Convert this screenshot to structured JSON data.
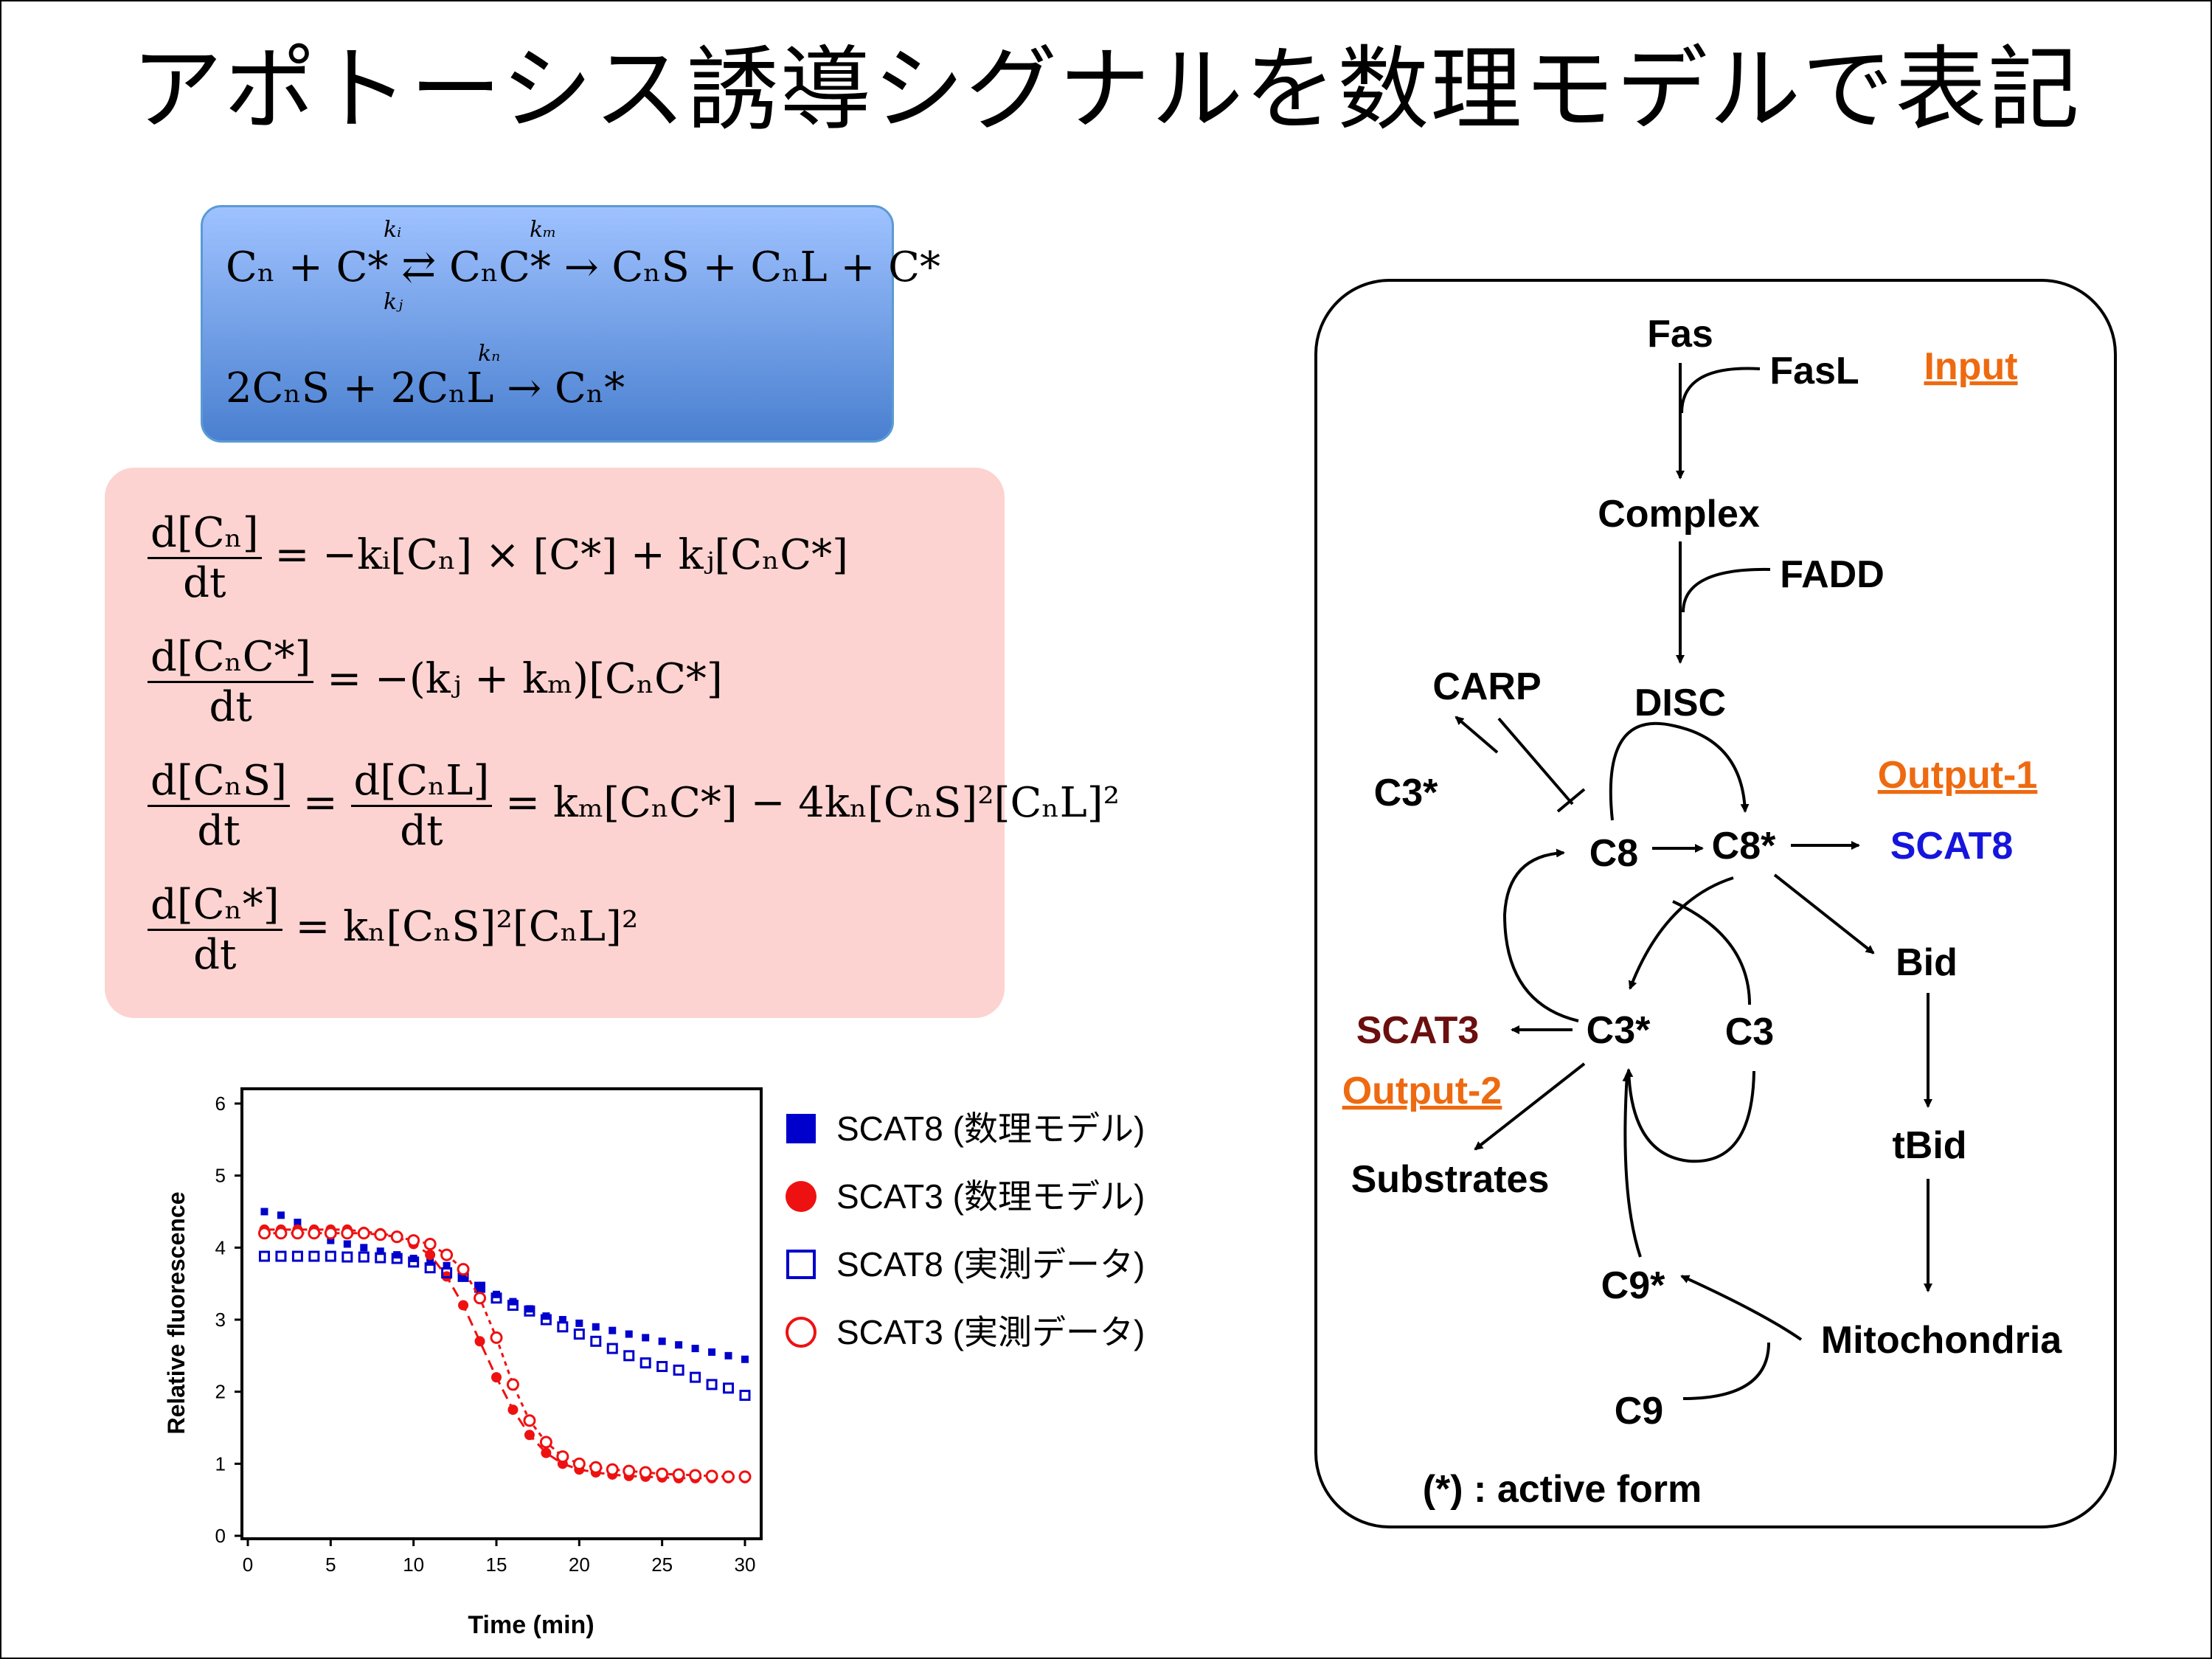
{
  "title": "アポトーシス誘導シグナルを数理モデルで表記",
  "reactions": {
    "line1": "Cₙ + C* ⇄ CₙC* → CₙS + CₙL + C*",
    "line1_rate_forward": "kᵢ",
    "line1_rate_backward": "kⱼ",
    "line1_rate_second": "kₘ",
    "line2": "2CₙS + 2CₙL → Cₙ*",
    "line2_rate": "kₙ"
  },
  "odes": {
    "eq1_lhs_num": "d[Cₙ]",
    "eq1_lhs_den": "dt",
    "eq1_rhs": "= −kᵢ[Cₙ] × [C*] + kⱼ[CₙC*]",
    "eq2_lhs_num": "d[CₙC*]",
    "eq2_lhs_den": "dt",
    "eq2_rhs": "= −(kⱼ + kₘ)[CₙC*]",
    "eq3_lhs_num": "d[CₙS]",
    "eq3_lhs_den": "dt",
    "eq3_mid_num": "d[CₙL]",
    "eq3_mid_den": "dt",
    "eq3_rhs": "= kₘ[CₙC*] − 4kₙ[CₙS]²[CₙL]²",
    "eq4_lhs_num": "d[Cₙ*]",
    "eq4_lhs_den": "dt",
    "eq4_rhs": "= kₙ[CₙS]²[CₙL]²"
  },
  "chart_data": {
    "type": "scatter",
    "xlabel": "Time (min)",
    "ylabel": "Relative fluorescence",
    "xlim": [
      0,
      30
    ],
    "ylim": [
      0,
      6
    ],
    "xticks": [
      "0",
      "5",
      "10",
      "15",
      "20",
      "25",
      "30"
    ],
    "yticks": [
      "0",
      "1",
      "2",
      "3",
      "4",
      "5",
      "6"
    ],
    "legend_position": "right",
    "series": [
      {
        "name": "SCAT8 (数理モデル)",
        "color": "#0000cc",
        "marker": "filled-square",
        "x": [
          1,
          2,
          3,
          4,
          5,
          6,
          7,
          8,
          9,
          10,
          11,
          12,
          13,
          14,
          15,
          16,
          17,
          18,
          19,
          20,
          21,
          22,
          23,
          24,
          25,
          26,
          27,
          28,
          29,
          30
        ],
        "y": [
          4.5,
          4.45,
          4.35,
          4.25,
          4.1,
          4.05,
          4.0,
          3.95,
          3.9,
          3.85,
          3.8,
          3.75,
          3.6,
          3.45,
          3.35,
          3.25,
          3.15,
          3.05,
          3.0,
          2.95,
          2.9,
          2.85,
          2.8,
          2.75,
          2.7,
          2.65,
          2.6,
          2.55,
          2.5,
          2.45
        ]
      },
      {
        "name": "SCAT3 (数理モデル)",
        "color": "#ee1111",
        "marker": "filled-circle",
        "x": [
          1,
          2,
          3,
          4,
          5,
          6,
          7,
          8,
          9,
          10,
          11,
          12,
          13,
          14,
          15,
          16,
          17,
          18,
          19,
          20,
          21,
          22,
          23,
          24,
          25,
          26,
          27,
          28,
          29,
          30
        ],
        "y": [
          4.25,
          4.25,
          4.25,
          4.25,
          4.25,
          4.25,
          4.22,
          4.2,
          4.15,
          4.05,
          3.9,
          3.6,
          3.2,
          2.7,
          2.2,
          1.75,
          1.4,
          1.15,
          1.0,
          0.92,
          0.88,
          0.85,
          0.83,
          0.82,
          0.81,
          0.8,
          0.8,
          0.8,
          0.8,
          0.8
        ]
      },
      {
        "name": "SCAT8 (実測データ)",
        "color": "#0000cc",
        "marker": "open-square",
        "x": [
          1,
          2,
          3,
          4,
          5,
          6,
          7,
          8,
          9,
          10,
          11,
          12,
          13,
          14,
          15,
          16,
          17,
          18,
          19,
          20,
          21,
          22,
          23,
          24,
          25,
          26,
          27,
          28,
          29,
          30
        ],
        "y": [
          3.88,
          3.88,
          3.88,
          3.88,
          3.88,
          3.87,
          3.87,
          3.86,
          3.85,
          3.8,
          3.72,
          3.65,
          3.6,
          3.45,
          3.3,
          3.2,
          3.12,
          3.0,
          2.9,
          2.8,
          2.7,
          2.6,
          2.5,
          2.4,
          2.35,
          2.3,
          2.2,
          2.1,
          2.05,
          1.95
        ]
      },
      {
        "name": "SCAT3 (実測データ)",
        "color": "#ee1111",
        "marker": "open-circle",
        "x": [
          1,
          2,
          3,
          4,
          5,
          6,
          7,
          8,
          9,
          10,
          11,
          12,
          13,
          14,
          15,
          16,
          17,
          18,
          19,
          20,
          21,
          22,
          23,
          24,
          25,
          26,
          27,
          28,
          29,
          30
        ],
        "y": [
          4.2,
          4.2,
          4.2,
          4.2,
          4.2,
          4.2,
          4.2,
          4.18,
          4.15,
          4.1,
          4.05,
          3.9,
          3.7,
          3.3,
          2.75,
          2.1,
          1.6,
          1.3,
          1.1,
          1.0,
          0.95,
          0.92,
          0.9,
          0.88,
          0.86,
          0.85,
          0.84,
          0.83,
          0.82,
          0.82
        ]
      }
    ]
  },
  "pathway": {
    "nodes": {
      "fas": "Fas",
      "fasl": "FasL",
      "input": "Input",
      "complex": "Complex",
      "fadd": "FADD",
      "disc": "DISC",
      "carp": "CARP",
      "c3star_left": "C3*",
      "c8": "C8",
      "c8star": "C8*",
      "output1": "Output-1",
      "scat8": "SCAT8",
      "bid": "Bid",
      "scat3": "SCAT3",
      "c3star": "C3*",
      "c3": "C3",
      "output2": "Output-2",
      "substrates": "Substrates",
      "tbid": "tBid",
      "c9star": "C9*",
      "mitochondria": "Mitochondria",
      "c9": "C9",
      "note": "(*) : active form"
    },
    "colors": {
      "output": "#ee6a10",
      "scat8": "#1515dd",
      "scat3": "#6b0f0f"
    }
  }
}
